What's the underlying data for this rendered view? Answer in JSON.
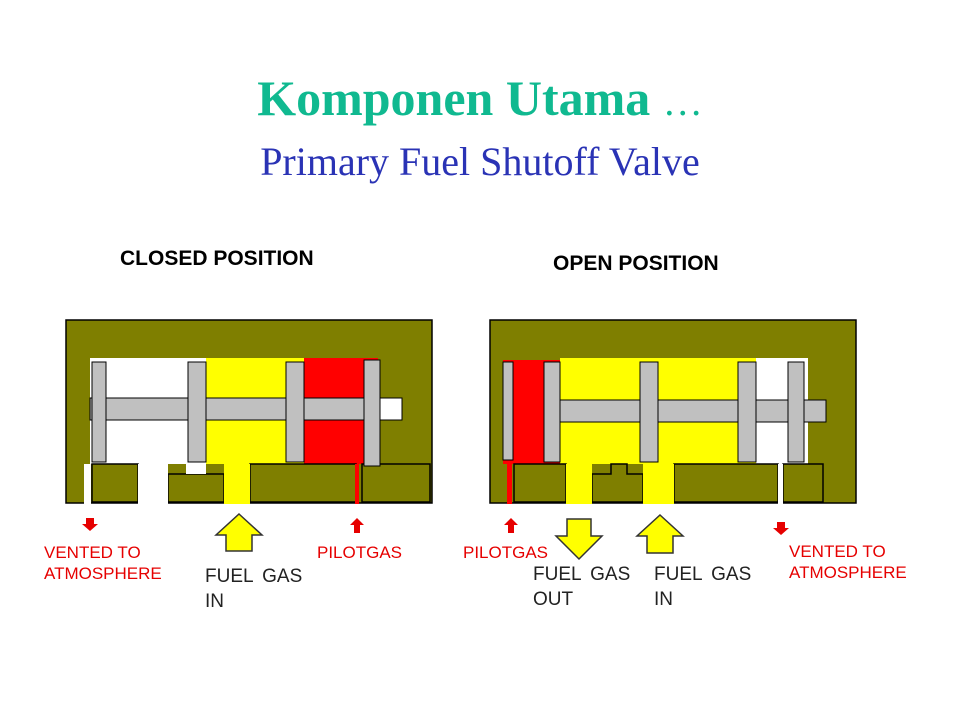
{
  "slide": {
    "title": "Komponen Utama",
    "title_ellipsis": "…",
    "subtitle": "Primary Fuel Shutoff Valve"
  },
  "colors": {
    "title": "#10b990",
    "subtitle": "#2a33b5",
    "body": "#7f7f00",
    "fuel_gas": "#ffff00",
    "pilot_gas": "#ff0000",
    "piston": "#c0c0c0",
    "vent": "#ffffff",
    "label_red": "#e60000"
  },
  "closed": {
    "heading": "CLOSED POSITION",
    "vent_line1": "VENTED TO",
    "vent_line2": "ATMOSPHERE",
    "fuel_in_line1": "FUEL GAS",
    "fuel_in_line2": "IN",
    "pilot": "PILOTGAS"
  },
  "open": {
    "heading": "OPEN POSITION",
    "pilot": "PILOTGAS",
    "fuel_out_line1": "FUEL GAS",
    "fuel_out_line2": "OUT",
    "fuel_in_line1": "FUEL GAS",
    "fuel_in_line2": "IN",
    "vent_line1": "VENTED TO",
    "vent_line2": "ATMOSPHERE"
  }
}
